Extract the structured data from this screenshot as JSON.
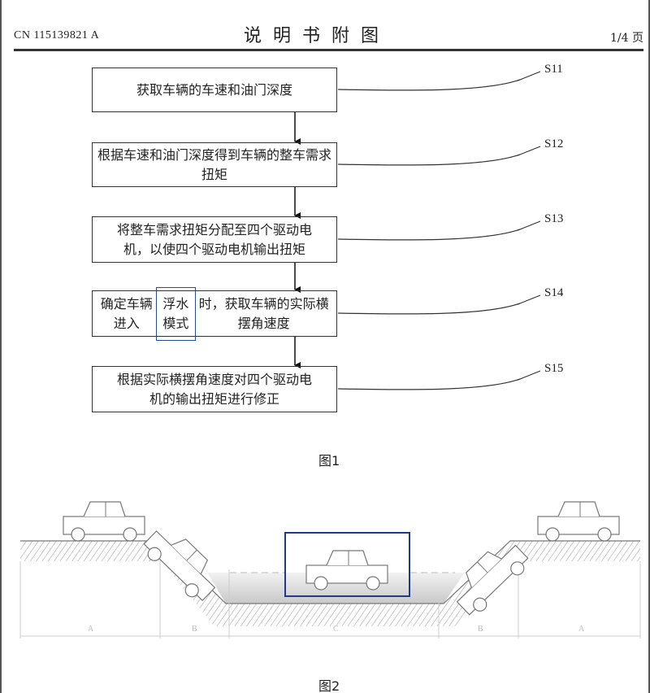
{
  "header": {
    "pub_number": "CN 115139821 A",
    "title": "说明书附图",
    "page": "1/4 页"
  },
  "figure1": {
    "caption": "图1",
    "steps": [
      {
        "id": "S11",
        "text": "获取车辆的车速和油门深度"
      },
      {
        "id": "S12",
        "text": "根据车速和油门深度得到车辆的整车需求扭矩"
      },
      {
        "id": "S13",
        "text": "将整车需求扭矩分配至四个驱动电机，以使四个驱动电机输出扭矩"
      },
      {
        "id": "S14",
        "text_before": "确定车辆进入",
        "text_highlight": "浮水模式",
        "text_after": "时，获取车辆的实际横摆角速度"
      },
      {
        "id": "S15",
        "text": "根据实际横摆角速度对四个驱动电机的输出扭矩进行修正"
      }
    ],
    "highlight_color": "#2a4d8f"
  },
  "figure2": {
    "caption": "图2",
    "dimension_labels": [
      "A",
      "B",
      "C",
      "B",
      "A"
    ],
    "highlight_color": "#1f3a8a"
  }
}
